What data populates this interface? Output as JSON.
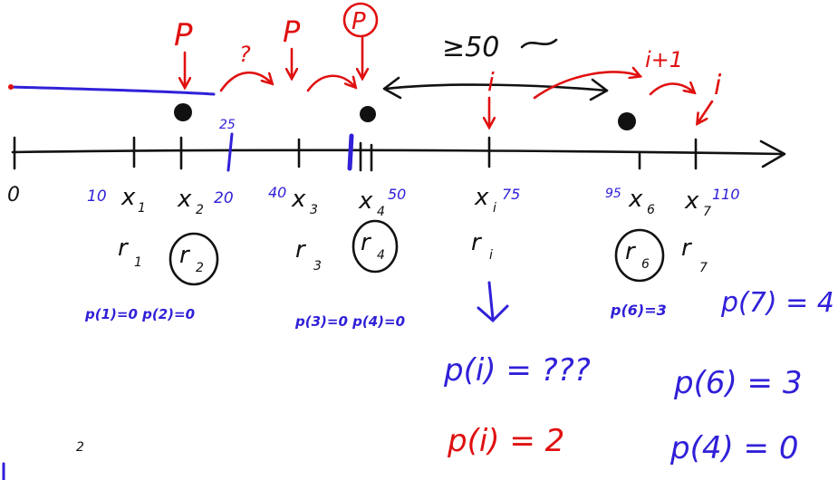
{
  "colors": {
    "ink": "#111111",
    "red": "#e01010",
    "blue": "#3020d8"
  },
  "axis": {
    "origin_label": "0"
  },
  "points": [
    {
      "x_label": "x",
      "x_sub": "1",
      "tick_value": "10",
      "r_label": "r",
      "r_sub": "1",
      "circled": false,
      "dot": false
    },
    {
      "x_label": "x",
      "x_sub": "2",
      "tick_value": "20",
      "r_label": "r",
      "r_sub": "2",
      "circled": true,
      "dot": true
    },
    {
      "x_label": "x",
      "x_sub": "3",
      "tick_value": "40",
      "r_label": "r",
      "r_sub": "3",
      "circled": false,
      "dot": false
    },
    {
      "x_label": "x",
      "x_sub": "4",
      "tick_value": "50",
      "r_label": "r",
      "r_sub": "4",
      "circled": true,
      "dot": true
    },
    {
      "x_label": "x",
      "x_sub": "i",
      "tick_value": "75",
      "r_label": "r",
      "r_sub": "i",
      "circled": false,
      "dot": false
    },
    {
      "x_label": "x",
      "x_sub": "6",
      "tick_value": "95",
      "r_label": "r",
      "r_sub": "6",
      "circled": true,
      "dot": true
    },
    {
      "x_label": "x",
      "x_sub": "7",
      "tick_value": "110",
      "r_label": "r",
      "r_sub": "7",
      "circled": false,
      "dot": false
    }
  ],
  "blue_marks": {
    "m25": "25"
  },
  "red_notes": {
    "p1": "P",
    "q1": "?",
    "p2": "P",
    "p3_circled": "P",
    "distance": "≥50",
    "i_mark": "i",
    "i_plus_1": "i+1",
    "i_mark2": "i"
  },
  "blue_p_values": {
    "left": "p(1)=0  p(2)=0",
    "mid": "p(3)=0 p(4)=0",
    "right": "p(6)=3"
  },
  "formulas": {
    "p_i_unknown": "p(i) = ???",
    "p_i_value": "p(i) = 2",
    "p7": "p(7) = 4",
    "p6": "p(6) = 3",
    "p4": "p(4) = 0"
  },
  "corner": {
    "mark": "2"
  }
}
